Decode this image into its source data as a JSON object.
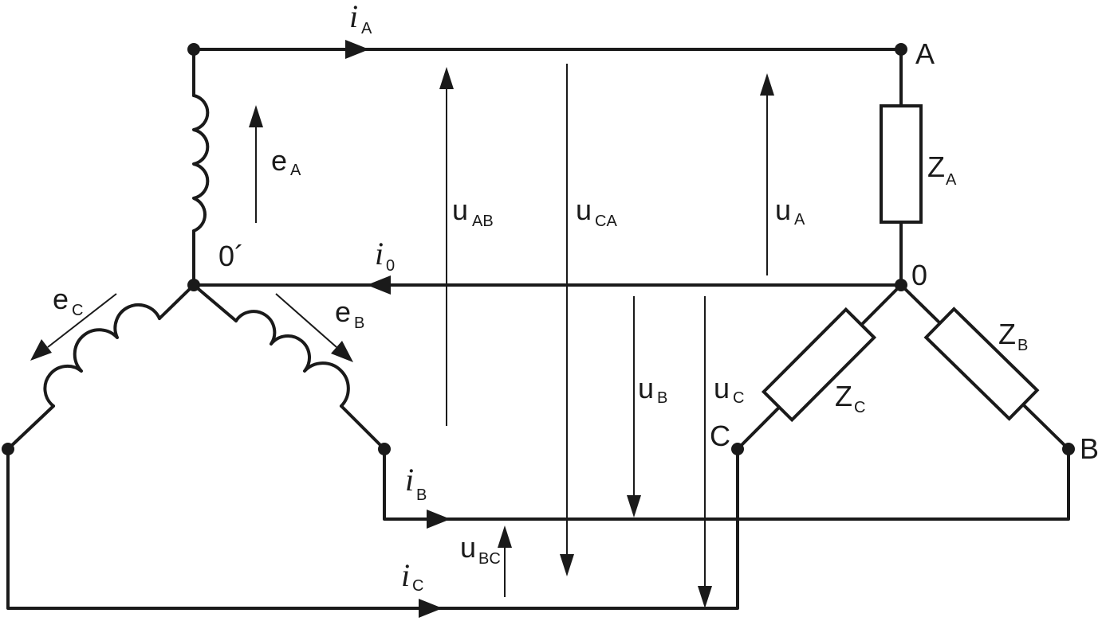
{
  "labels": {
    "node_A": "A",
    "node_B": "B",
    "node_C": "C",
    "node_0": "0",
    "node_0_prime": "0´",
    "i_sym": "i",
    "iA_sub": "A",
    "iB_sub": "B",
    "iC_sub": "C",
    "i0_sub": "0",
    "e_sym": "e",
    "eA_sub": "A",
    "eB_sub": "B",
    "eC_sub": "C",
    "u_sym": "u",
    "uAB_sub": "AB",
    "uCA_sub": "CA",
    "uBC_sub": "BC",
    "uA_sub": "A",
    "uB_sub": "B",
    "uC_sub": "C",
    "z_sym": "Z",
    "zA_sub": "A",
    "zB_sub": "B",
    "zC_sub": "C"
  }
}
